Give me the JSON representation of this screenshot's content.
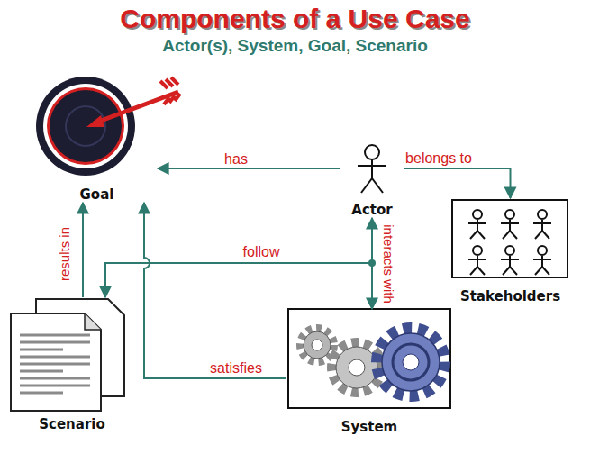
{
  "diagram": {
    "title": "Components of a Use Case",
    "nodes": [
      {
        "text": [
          "Goal"
        ]
      },
      {
        "text": [
          "Actor"
        ]
      },
      {
        "text": [
          "Stakeholders"
        ]
      },
      {
        "text": [
          "Scenario"
        ]
      },
      {
        "text": [
          "System"
        ]
      }
    ],
    "edges": [
      {
        "from": 1,
        "to": 0,
        "label": "has",
        "arrow": "to"
      },
      {
        "from": 1,
        "to": 2,
        "label": "belongs to",
        "arrow": "to"
      },
      {
        "from": 1,
        "to": 4,
        "label": "interacts with",
        "arrow": "both"
      },
      {
        "from": 1,
        "to": 3,
        "label": "follow",
        "arrow": "to"
      },
      {
        "from": 3,
        "to": 0,
        "label": "results in",
        "arrow": "to"
      },
      {
        "from": 4,
        "to": 0,
        "label": "satisfies",
        "arrow": "to"
      }
    ],
    "labels": [
      "Actor(s), System, Goal, Scenario"
    ]
  }
}
